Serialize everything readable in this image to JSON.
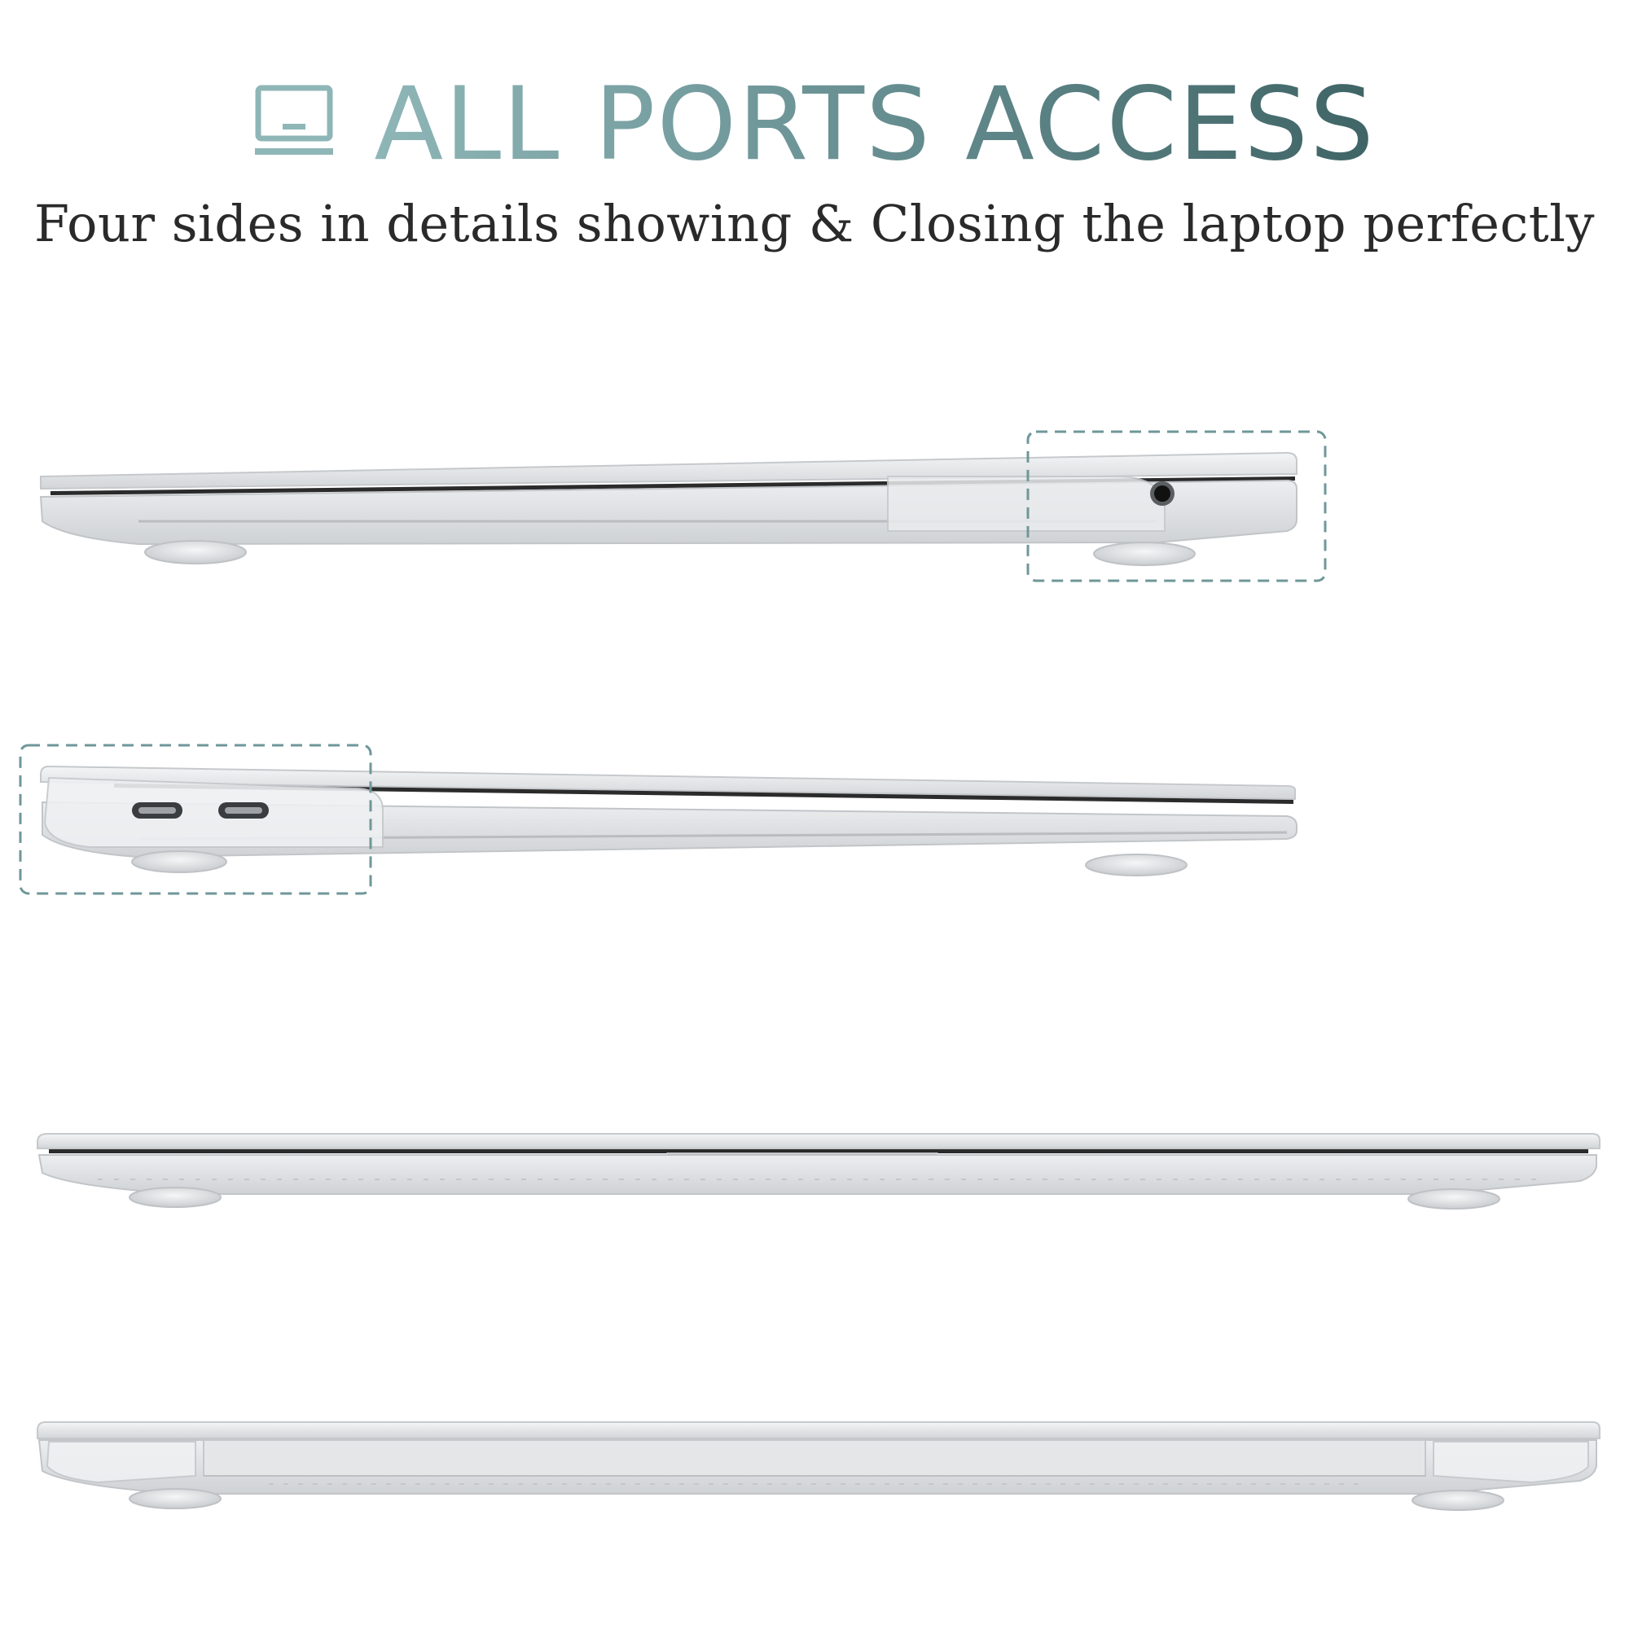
{
  "header": {
    "icon": "laptop-icon",
    "title": "ALL PORTS ACCESS",
    "subtitle": "Four sides in details showing & Closing the laptop perfectly",
    "title_gradient": [
      "#8fb6b7",
      "#3f6466"
    ],
    "subtitle_color": "#2a2a2a"
  },
  "views": [
    {
      "name": "right-side",
      "highlight": "headphone-jack",
      "highlight_color": "#6f9799"
    },
    {
      "name": "left-side",
      "highlight": "usb-c-ports",
      "highlight_color": "#6f9799"
    },
    {
      "name": "front-side"
    },
    {
      "name": "back-side"
    }
  ]
}
